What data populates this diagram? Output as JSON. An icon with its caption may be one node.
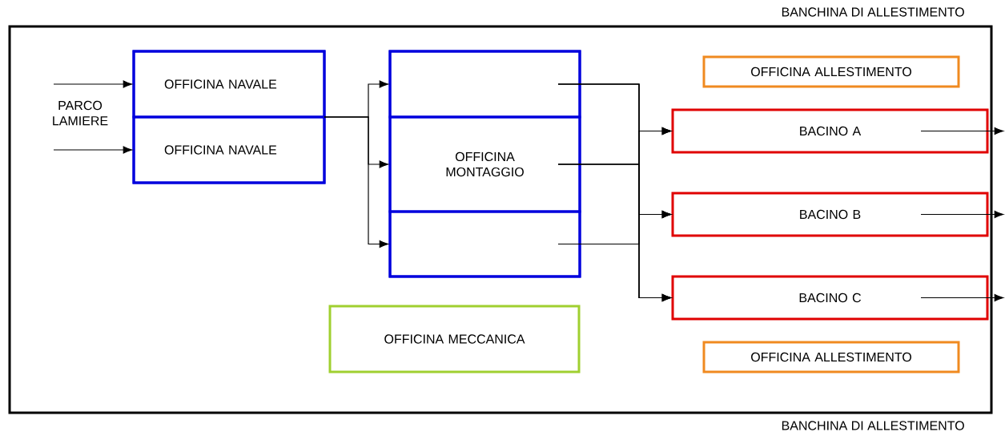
{
  "diagram": {
    "nodes": [
      {
        "text": [],
        "shape": "box"
      },
      {
        "text": [
          "PARCO LAMIERE"
        ],
        "in": 0
      },
      {
        "text": [],
        "shape": "box",
        "in": 0
      },
      {
        "text": [
          "OFFICINA NAVALE"
        ],
        "in": 2
      },
      {
        "text": [
          "OFFICINA NAVALE"
        ],
        "in": 2
      },
      {
        "text": [],
        "shape": "box",
        "in": 0
      },
      {
        "text": [],
        "shape": "box",
        "in": 5
      },
      {
        "text": [
          "OFFICINA MONTAGGIO"
        ],
        "in": 5
      },
      {
        "text": [],
        "shape": "box",
        "in": 5
      },
      {
        "text": [
          "OFFICINA ALLESTIMENTO"
        ],
        "in": 0
      },
      {
        "text": [
          "BACINO A"
        ],
        "in": 0
      },
      {
        "text": [
          "BACINO B"
        ],
        "in": 0
      },
      {
        "text": [
          "BACINO C"
        ],
        "in": 0
      },
      {
        "text": [
          "OFFICINA MECCANICA"
        ],
        "in": 0
      },
      {
        "text": [
          "OFFICINA ALLESTIMENTO"
        ],
        "in": 0
      }
    ],
    "edges": [
      {
        "from": 1,
        "to": 3,
        "arrow": "to"
      },
      {
        "from": 1,
        "to": 4,
        "arrow": "to"
      },
      {
        "from": 2,
        "to": 6,
        "arrow": "to"
      },
      {
        "from": 2,
        "to": 7,
        "arrow": "to"
      },
      {
        "from": 2,
        "to": 8,
        "arrow": "to"
      },
      {
        "from": 6,
        "to": 10,
        "arrow": "to"
      },
      {
        "from": 6,
        "to": 11,
        "arrow": "to"
      },
      {
        "from": 6,
        "to": 12,
        "arrow": "to"
      },
      {
        "from": 7,
        "to": 10,
        "arrow": "to"
      },
      {
        "from": 7,
        "to": 11,
        "arrow": "to"
      },
      {
        "from": 7,
        "to": 12,
        "arrow": "to"
      },
      {
        "from": 8,
        "to": 10,
        "arrow": "to"
      },
      {
        "from": 8,
        "to": 11,
        "arrow": "to"
      },
      {
        "from": 8,
        "to": 12,
        "arrow": "to"
      },
      {
        "from": 10,
        "to": null,
        "arrow": "to"
      },
      {
        "from": 11,
        "to": null,
        "arrow": "to"
      },
      {
        "from": 12,
        "to": null,
        "arrow": "to"
      }
    ],
    "labels": [
      "BANCHINA DI ALLESTIMENTO",
      "BANCHINA DI ALLESTIMENTO"
    ]
  }
}
